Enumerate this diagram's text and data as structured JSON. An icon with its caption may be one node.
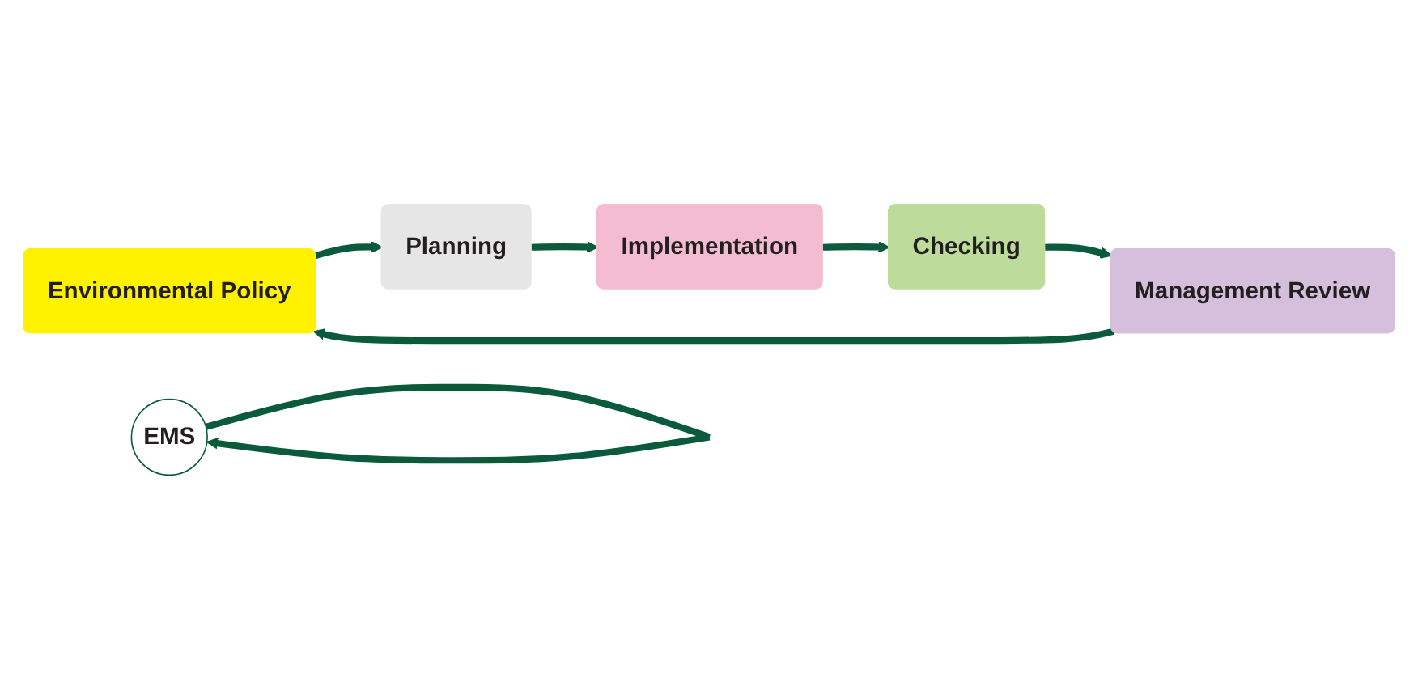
{
  "diagram": {
    "nodes": [
      {
        "text": [
          "Environmental Policy"
        ]
      },
      {
        "text": [
          "Planning"
        ]
      },
      {
        "text": [
          "Implementation"
        ]
      },
      {
        "text": [
          "Checking"
        ]
      },
      {
        "text": [
          "Management Review"
        ]
      },
      {
        "text": [
          "EMS"
        ]
      }
    ],
    "edges": [
      {
        "from": 0,
        "to": 1,
        "arrow": "to"
      },
      {
        "from": 1,
        "to": 2,
        "arrow": "to"
      },
      {
        "from": 2,
        "to": 3,
        "arrow": "to"
      },
      {
        "from": 3,
        "to": 4,
        "arrow": "to"
      },
      {
        "from": 4,
        "to": 0,
        "arrow": "to"
      },
      {
        "from": 5,
        "to": 5,
        "arrow": "to"
      }
    ]
  }
}
